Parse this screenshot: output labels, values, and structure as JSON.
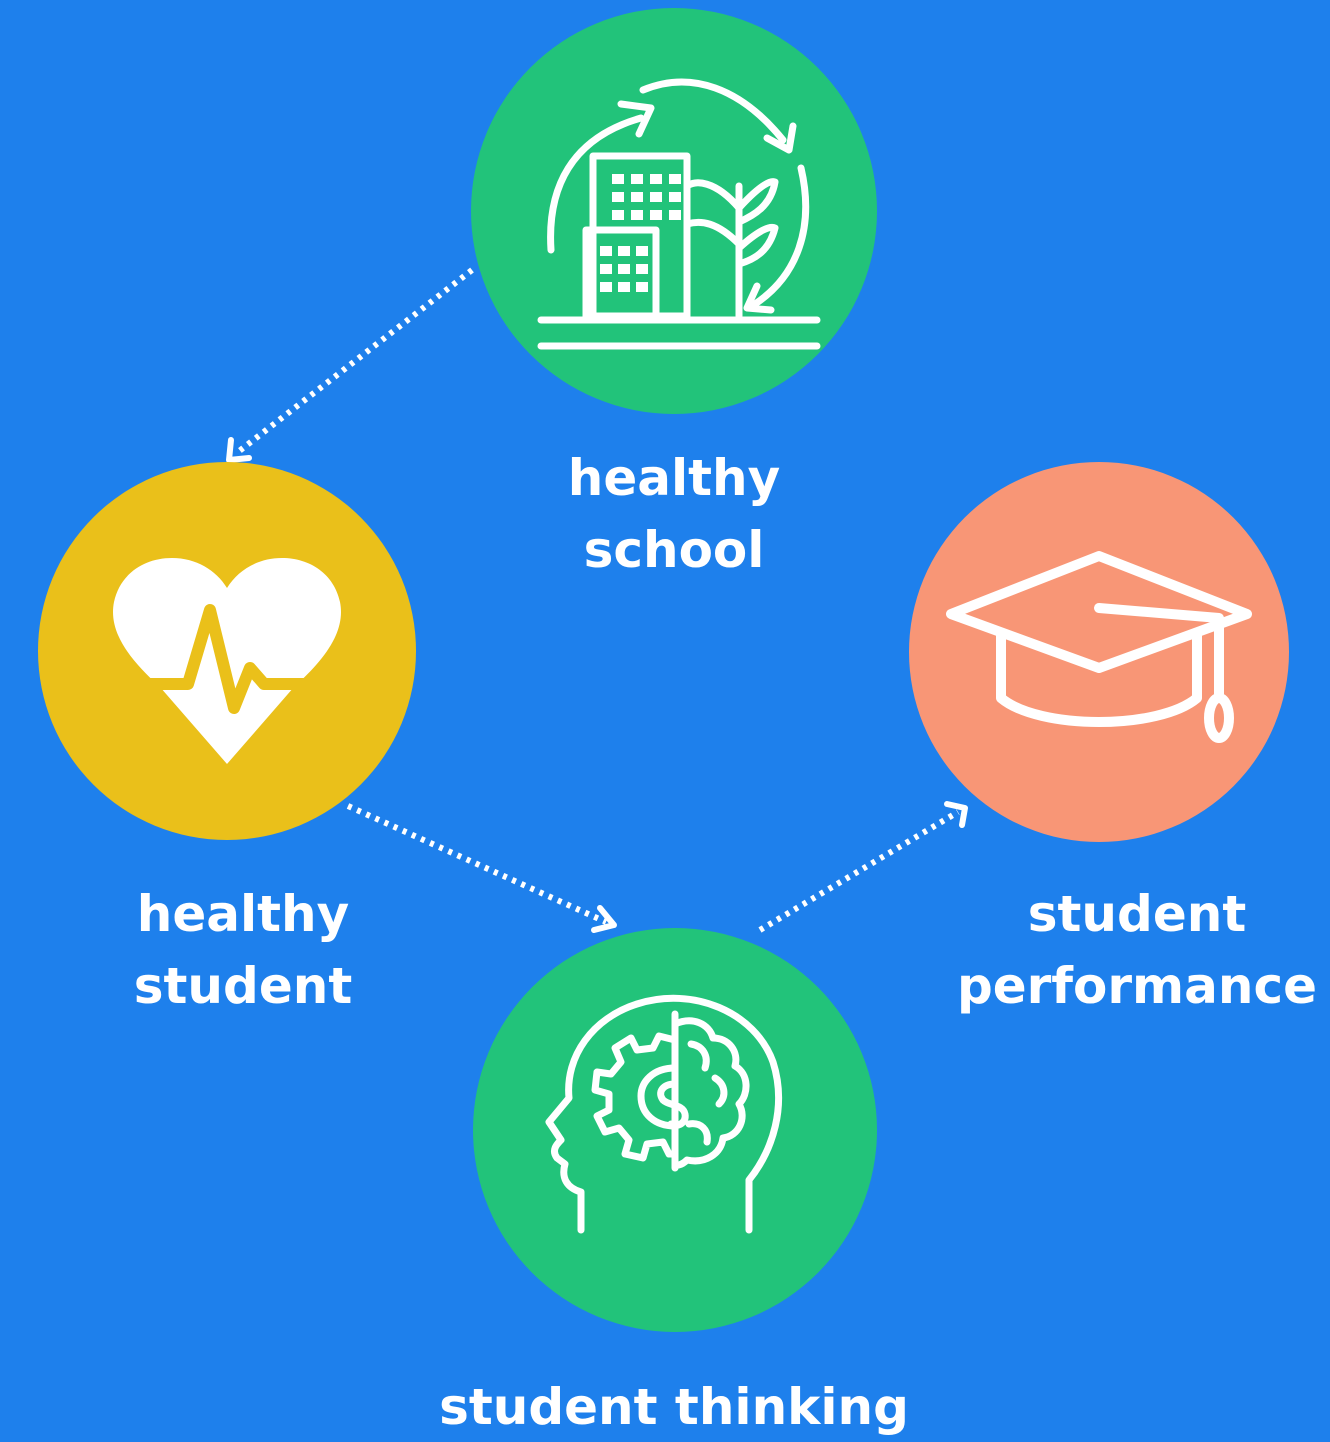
{
  "colors": {
    "background": "#1E80EC",
    "healthy_school": "#22C37A",
    "healthy_student": "#EAC01A",
    "student_performance": "#F89676",
    "student_thinking": "#22C37A",
    "icon_and_text": "#FFFFFF"
  },
  "nodes": {
    "healthy_school": {
      "line1": "healthy",
      "line2": "school",
      "icon": "eco-building-cycle-icon"
    },
    "healthy_student": {
      "line1": "healthy",
      "line2": "student",
      "icon": "heart-pulse-icon"
    },
    "student_performance": {
      "line1": "student",
      "line2": "performance",
      "icon": "graduation-cap-icon"
    },
    "student_thinking": {
      "line1": "student thinking",
      "icon": "head-brain-gear-icon"
    }
  },
  "links": [
    {
      "from": "healthy school",
      "to": "healthy student",
      "style": "dotted-arrow"
    },
    {
      "from": "healthy student",
      "to": "student thinking",
      "style": "dotted-arrow"
    },
    {
      "from": "student thinking",
      "to": "student performance",
      "style": "dotted-arrow"
    }
  ]
}
